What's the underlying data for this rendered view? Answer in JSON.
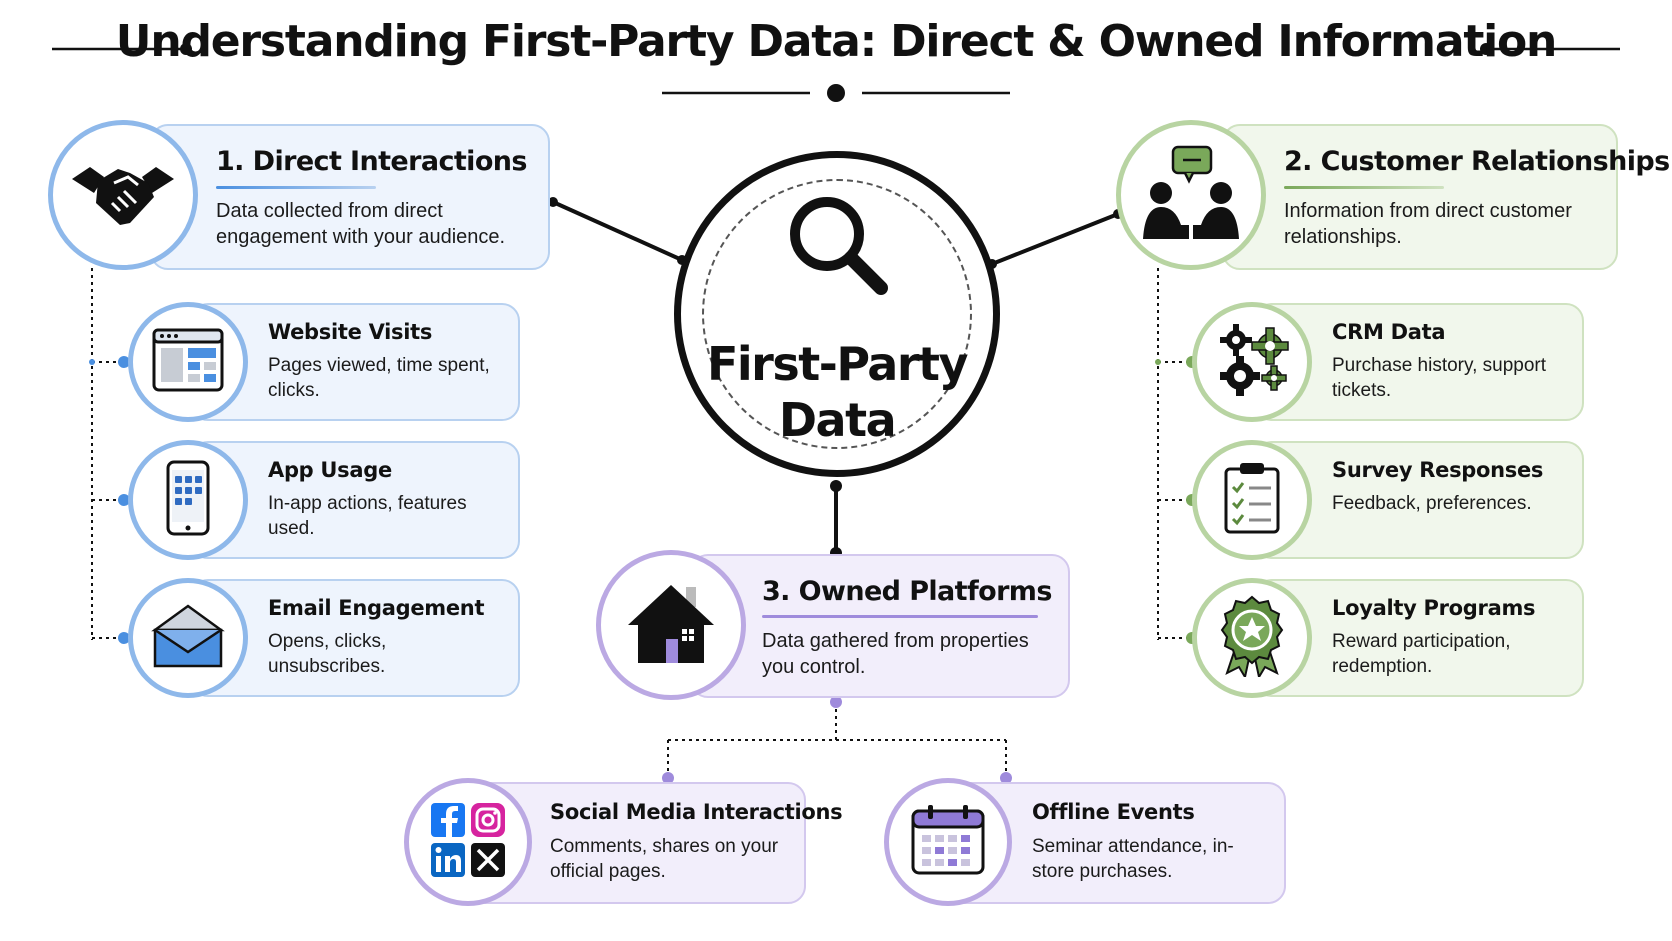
{
  "title": "Understanding First-Party Data: Direct & Owned Information",
  "center": {
    "label": "First-Party Data"
  },
  "categories": {
    "direct": {
      "title": "1. Direct Interactions",
      "desc": "Data collected from direct engagement with your audience.",
      "icon": "handshake-icon",
      "items": [
        {
          "title": "Website Visits",
          "desc": "Pages viewed, time spent, clicks.",
          "icon": "browser-window-icon"
        },
        {
          "title": "App Usage",
          "desc": "In-app actions, features used.",
          "icon": "smartphone-icon"
        },
        {
          "title": "Email Engagement",
          "desc": "Opens, clicks, unsubscribes.",
          "icon": "envelope-icon"
        }
      ]
    },
    "relationships": {
      "title": "2. Customer Relationships",
      "desc": "Information from direct customer relationships.",
      "icon": "people-chat-icon",
      "items": [
        {
          "title": "CRM Data",
          "desc": "Purchase history, support tickets.",
          "icon": "gears-icon"
        },
        {
          "title": "Survey Responses",
          "desc": "Feedback, preferences.",
          "icon": "clipboard-checklist-icon"
        },
        {
          "title": "Loyalty Programs",
          "desc": "Reward participation, redemption.",
          "icon": "award-badge-icon"
        }
      ]
    },
    "owned": {
      "title": "3. Owned Platforms",
      "desc": "Data gathered from properties you control.",
      "icon": "house-icon",
      "items": [
        {
          "title": "Social Media Interactions",
          "desc": "Comments, shares on your official pages.",
          "icon": "social-logos-icon"
        },
        {
          "title": "Offline Events",
          "desc": "Seminar attendance, in-store purchases.",
          "icon": "calendar-icon"
        }
      ]
    }
  },
  "colors": {
    "blue": "#8eb8ea",
    "green": "#b8d4a2",
    "purple": "#bba9e3",
    "dark": "#111111"
  }
}
